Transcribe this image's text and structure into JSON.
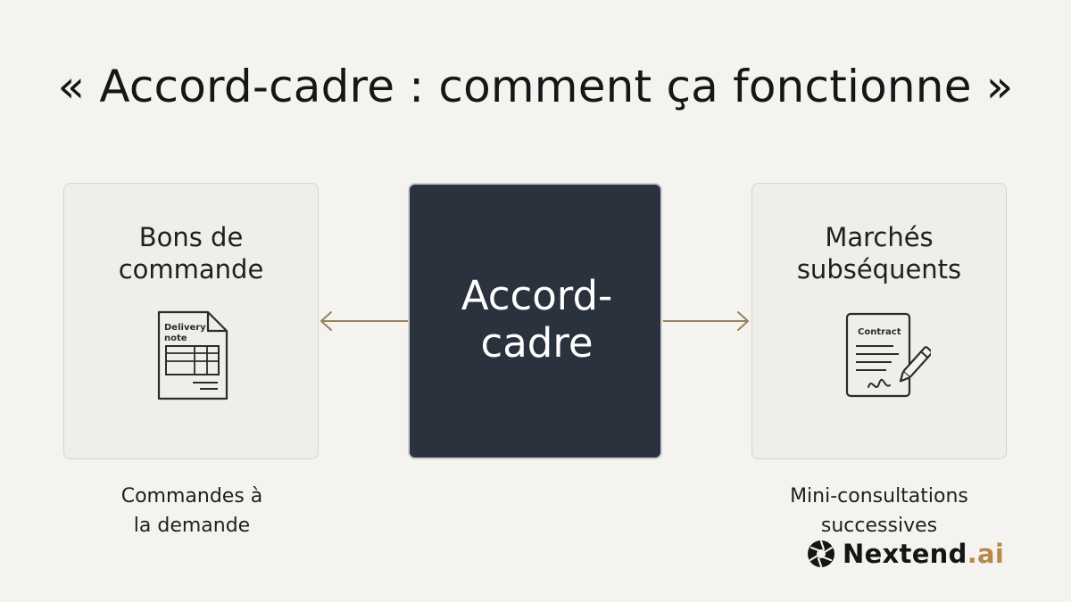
{
  "title": "« Accord-cadre : comment ça fonctionne »",
  "left_card": {
    "title_line1": "Bons de",
    "title_line2": "commande",
    "icon": "delivery-note-icon",
    "icon_text_line1": "Delivery",
    "icon_text_line2": "note",
    "caption_line1": "Commandes à",
    "caption_line2": "la demande"
  },
  "center_card": {
    "label_line1": "Accord-",
    "label_line2": "cadre"
  },
  "right_card": {
    "title_line1": "Marchés",
    "title_line2": "subséquents",
    "icon": "contract-icon",
    "icon_text": "Contract",
    "caption_line1": "Mini-consultations",
    "caption_line2": "successives"
  },
  "brand": {
    "name": "Nextend",
    "suffix": ".ai",
    "icon": "aperture-logo-icon"
  },
  "colors": {
    "background": "#f4f3ef",
    "center_card": "#2a323d",
    "arrow": "#9a8060",
    "brand_accent": "#b58a4a"
  }
}
